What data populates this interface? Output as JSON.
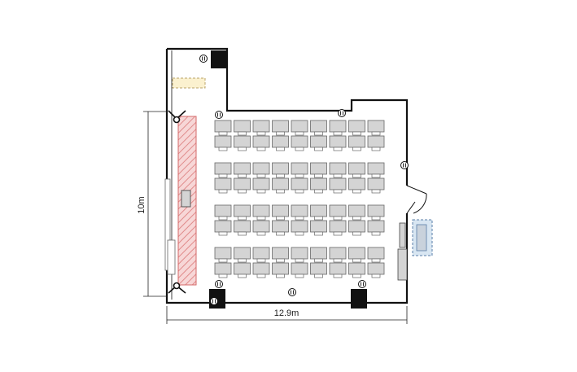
{
  "floor_plan": {
    "dimensions": {
      "height_label": "10m",
      "width_label": "12.9m"
    },
    "seating": {
      "blocks": 4,
      "columns_per_block": 9,
      "rows_per_block": 2
    },
    "colors": {
      "wall": "#111111",
      "stage_fill": "#f7d7d7",
      "stage_hatch": "#e08b8b",
      "desk_fill": "#d4d4d4",
      "desk_stroke": "#666666",
      "screen_fill": "#fbf1cf",
      "equipment_fill": "#d8e6f2",
      "equipment_stroke": "#5a7fa8"
    },
    "icons": [
      "outlet-icon",
      "speaker-icon",
      "door-icon",
      "pillar-icon"
    ]
  }
}
